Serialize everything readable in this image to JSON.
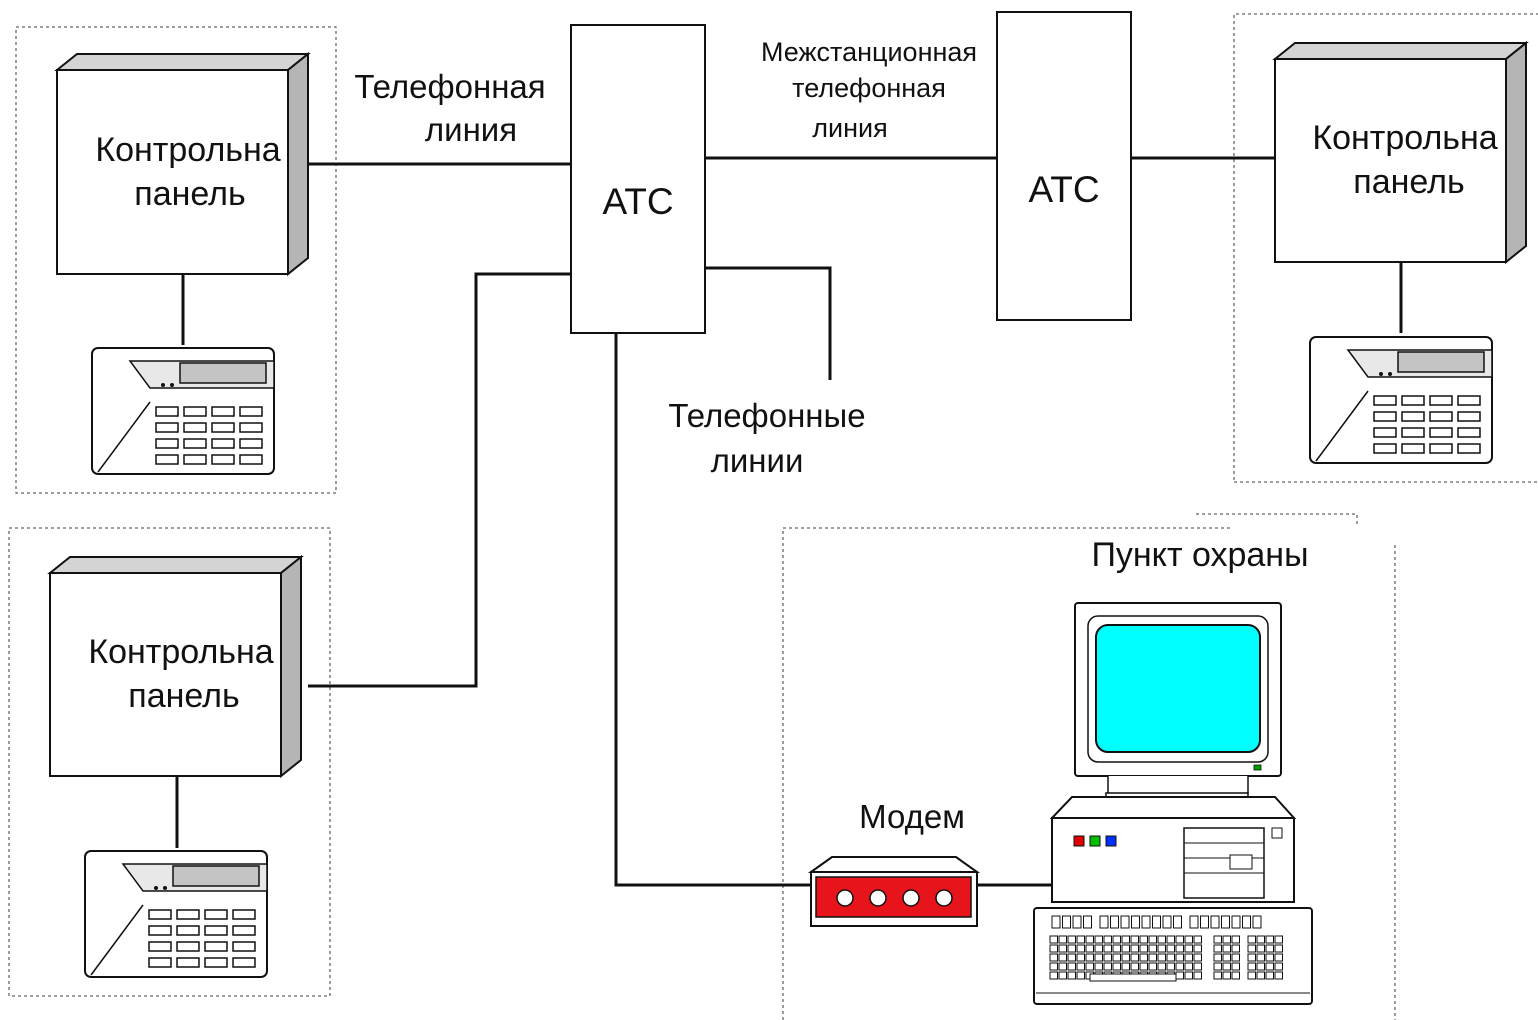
{
  "panels": [
    {
      "label_line1": "Контрольна",
      "label_line2": "панель"
    },
    {
      "label_line1": "Контрольна",
      "label_line2": "панель"
    },
    {
      "label_line1": "Контрольна",
      "label_line2": "панель"
    }
  ],
  "exchanges": [
    {
      "label": "АТС"
    },
    {
      "label": "АТС"
    }
  ],
  "lines": {
    "phone_line_1": "Телефонная",
    "phone_line_2": "линия",
    "interstation_1": "Межстанционная",
    "interstation_2": "телефонная",
    "interstation_3": "линия",
    "phone_lines_1": "Телефонные",
    "phone_lines_2": "линии"
  },
  "security_post": {
    "title": "Пункт  охраны",
    "modem_label": "Модем"
  },
  "colors": {
    "screen": "#00ffff",
    "modem_body": "#e8141c",
    "led_red": "#e00000",
    "led_green": "#00c000",
    "led_blue": "#0030ff",
    "panel_side": "#b5b5b5",
    "lcd": "#c4c4c4"
  }
}
